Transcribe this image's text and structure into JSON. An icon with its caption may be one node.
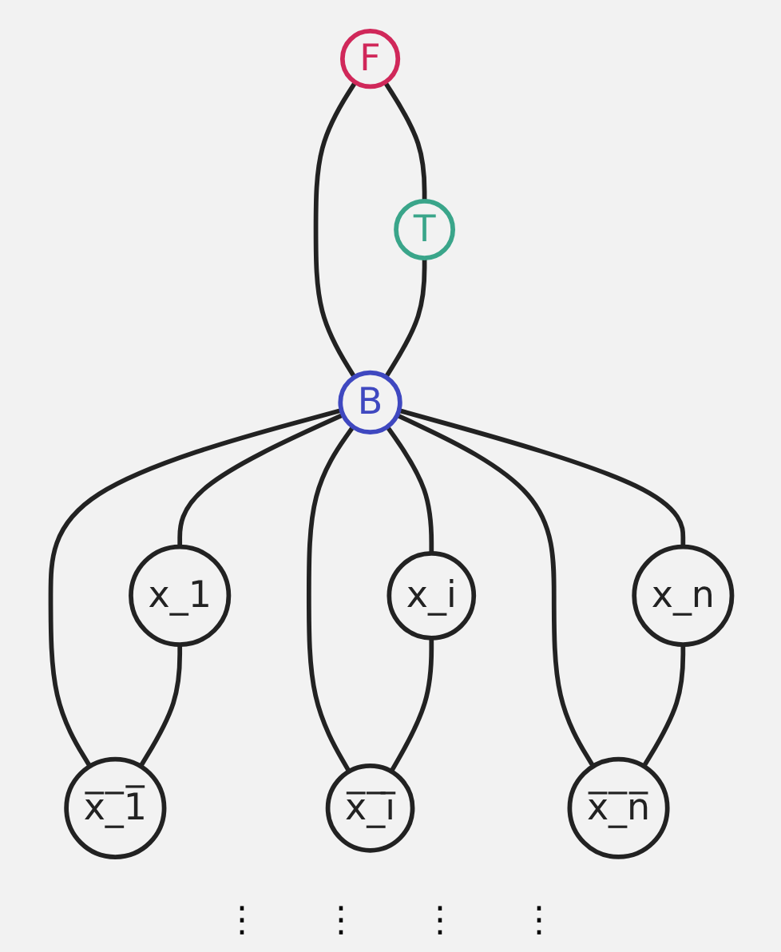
{
  "diagram": {
    "nodes": [
      {
        "text": [
          "F"
        ]
      },
      {
        "text": [
          "T"
        ]
      },
      {
        "text": [
          "B"
        ]
      },
      {
        "text": [
          "x_1"
        ]
      },
      {
        "text": [
          "x̅_̅1̅"
        ]
      },
      {
        "text": [
          "x_i"
        ]
      },
      {
        "text": [
          "x̅_̅i̅"
        ]
      },
      {
        "text": [
          "x_n"
        ]
      },
      {
        "text": [
          "x̅_̅n̅"
        ]
      }
    ],
    "edges": [
      {
        "from": 0,
        "to": 1,
        "arrow": "none"
      },
      {
        "from": 0,
        "to": 2,
        "arrow": "none"
      },
      {
        "from": 1,
        "to": 2,
        "arrow": "none"
      },
      {
        "from": 2,
        "to": 3,
        "arrow": "none"
      },
      {
        "from": 2,
        "to": 4,
        "arrow": "none"
      },
      {
        "from": 3,
        "to": 4,
        "arrow": "none"
      },
      {
        "from": 2,
        "to": 5,
        "arrow": "none"
      },
      {
        "from": 2,
        "to": 6,
        "arrow": "none"
      },
      {
        "from": 5,
        "to": 6,
        "arrow": "none"
      },
      {
        "from": 2,
        "to": 7,
        "arrow": "none"
      },
      {
        "from": 2,
        "to": 8,
        "arrow": "none"
      },
      {
        "from": 7,
        "to": 8,
        "arrow": "none"
      }
    ],
    "labels": [
      "⋮",
      "⋮",
      "⋮",
      "⋮"
    ]
  }
}
